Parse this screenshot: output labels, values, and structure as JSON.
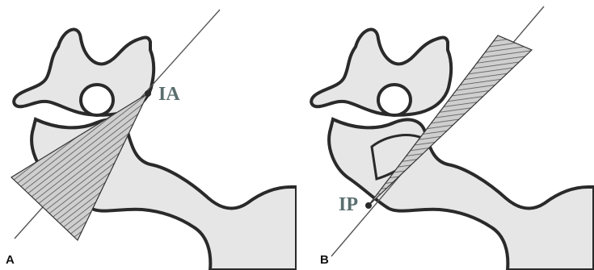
{
  "figure": {
    "panels": [
      {
        "letter": "A",
        "point_label": "IA"
      },
      {
        "letter": "B",
        "point_label": "IP"
      }
    ]
  }
}
